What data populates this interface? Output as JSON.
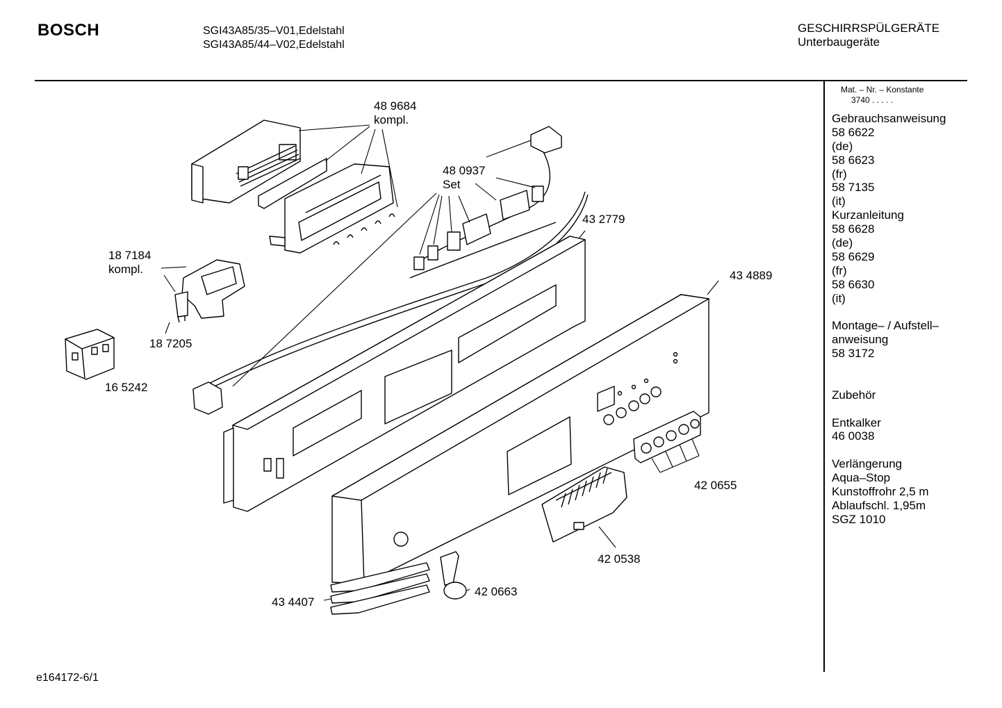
{
  "header": {
    "brand": "BOSCH",
    "models": [
      "SGI43A85/35–V01,Edelstahl",
      "SGI43A85/44–V02,Edelstahl"
    ],
    "category": [
      "GESCHIRRSPÜLGERÄTE",
      "Unterbaugeräte"
    ]
  },
  "sidebar": {
    "header_line1": "Mat. – Nr. – Konstante",
    "header_line2": "3740  .  .  .  .  .",
    "lines": [
      "Gebrauchsanweisung",
      "58 6622",
      "(de)",
      "58 6623",
      "(fr)",
      "58 7135",
      "(it)",
      "Kurzanleitung",
      "58 6628",
      "(de)",
      "58 6629",
      "(fr)",
      "58 6630",
      "(it)",
      "",
      "Montage– / Aufstell–",
      "anweisung",
      "58 3172",
      "",
      "",
      "Zubehör",
      "",
      "Entkalker",
      "46 0038",
      "",
      "Verlängerung",
      "Aqua–Stop",
      "Kunstoffrohr 2,5 m",
      "Ablaufschl. 1,95m",
      "SGZ 1010"
    ]
  },
  "parts": [
    {
      "id": "489684",
      "lines": [
        "48 9684",
        "kompl."
      ]
    },
    {
      "id": "480937",
      "lines": [
        "48 0937",
        "Set"
      ]
    },
    {
      "id": "432779",
      "lines": [
        "43 2779"
      ]
    },
    {
      "id": "187184",
      "lines": [
        "18 7184",
        "kompl."
      ]
    },
    {
      "id": "434889",
      "lines": [
        "43 4889"
      ]
    },
    {
      "id": "187205",
      "lines": [
        "18 7205"
      ]
    },
    {
      "id": "165242",
      "lines": [
        "16 5242"
      ]
    },
    {
      "id": "420655",
      "lines": [
        "42 0655"
      ]
    },
    {
      "id": "420538",
      "lines": [
        "42 0538"
      ]
    },
    {
      "id": "420663",
      "lines": [
        "42 0663"
      ]
    },
    {
      "id": "434407",
      "lines": [
        "43 4407"
      ]
    }
  ],
  "footer": {
    "drawing_id": "e164172-6/1"
  }
}
